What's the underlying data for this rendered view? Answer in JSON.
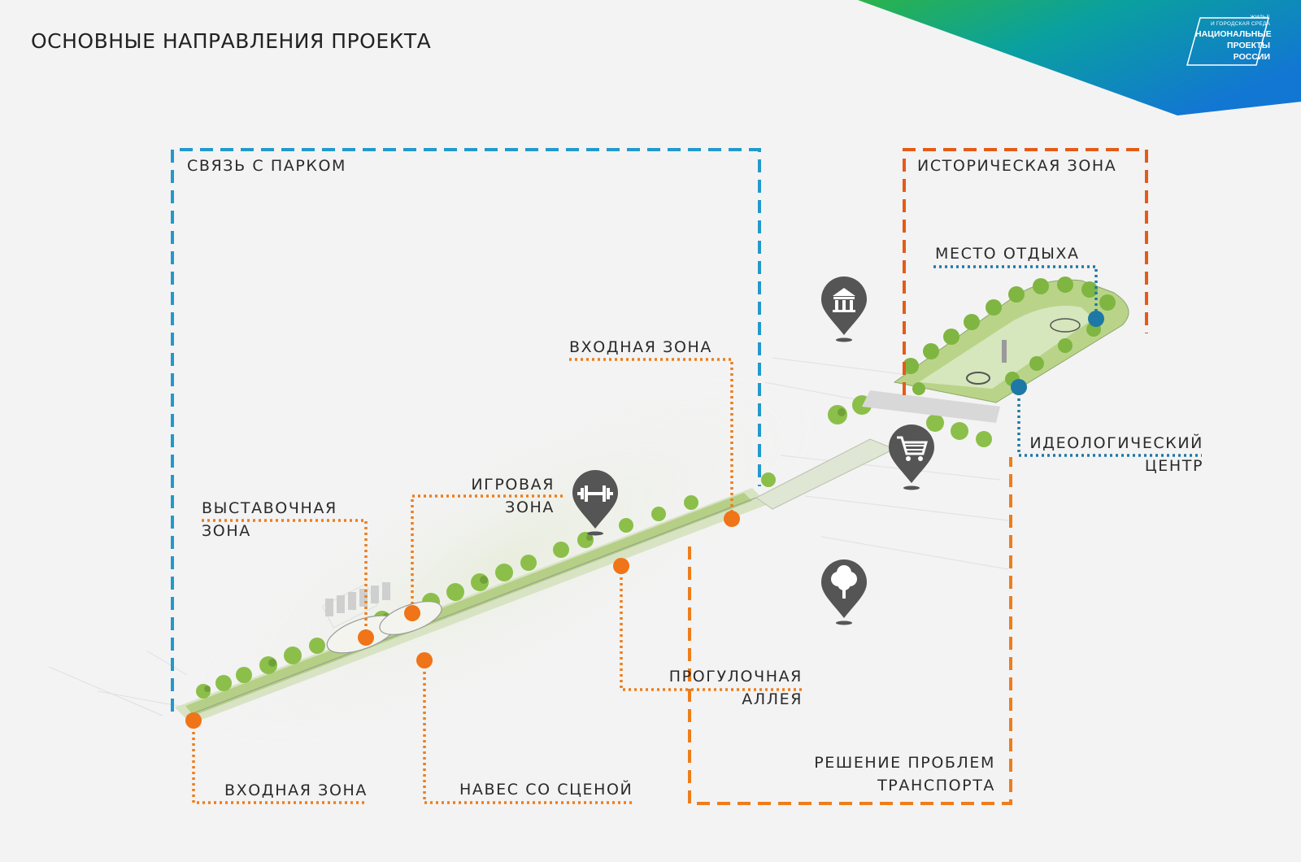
{
  "title": "ОСНОВНЫЕ НАПРАВЛЕНИЯ ПРОЕКТА",
  "logo": {
    "small_line1": "ЖИЛЬЕ",
    "small_line2": "И ГОРОДСКАЯ СРЕДА",
    "big_line1": "НАЦИОНАЛЬНЫЕ",
    "big_line2": "ПРОЕКТЫ",
    "big_line3": "РОССИИ"
  },
  "zones": {
    "park": "СВЯЗЬ С ПАРКОМ",
    "historic": "ИСТОРИЧЕСКАЯ ЗОНА",
    "transport": [
      "РЕШЕНИЕ ПРОБЛЕМ",
      "ТРАНСПОРТА"
    ]
  },
  "callouts": {
    "entrance_top": "ВХОДНАЯ ЗОНА",
    "entrance_bottom": "ВХОДНАЯ ЗОНА",
    "exhibition": [
      "ВЫСТАВОЧНАЯ",
      "ЗОНА"
    ],
    "play": [
      "ИГРОВАЯ",
      "ЗОНА"
    ],
    "canopy": "НАВЕС СО СЦЕНОЙ",
    "walk": [
      "ПРОГУЛОЧНАЯ",
      "АЛЛЕЯ"
    ],
    "rest": "МЕСТО ОТДЫХА",
    "ideology": [
      "ИДЕОЛОГИЧЕСКИЙ",
      "ЦЕНТР"
    ]
  },
  "icons": [
    "museum-pin-icon",
    "dumbbell-pin-icon",
    "cart-pin-icon",
    "tree-pin-icon"
  ],
  "colors": {
    "blue": "#2299cc",
    "orange": "#ee7d1a",
    "red_orange": "#e55b16",
    "marker_orange": "#f07418",
    "marker_blue": "#1e78a6",
    "pin_gray": "#555555",
    "greenery": "#8bbf4a"
  }
}
